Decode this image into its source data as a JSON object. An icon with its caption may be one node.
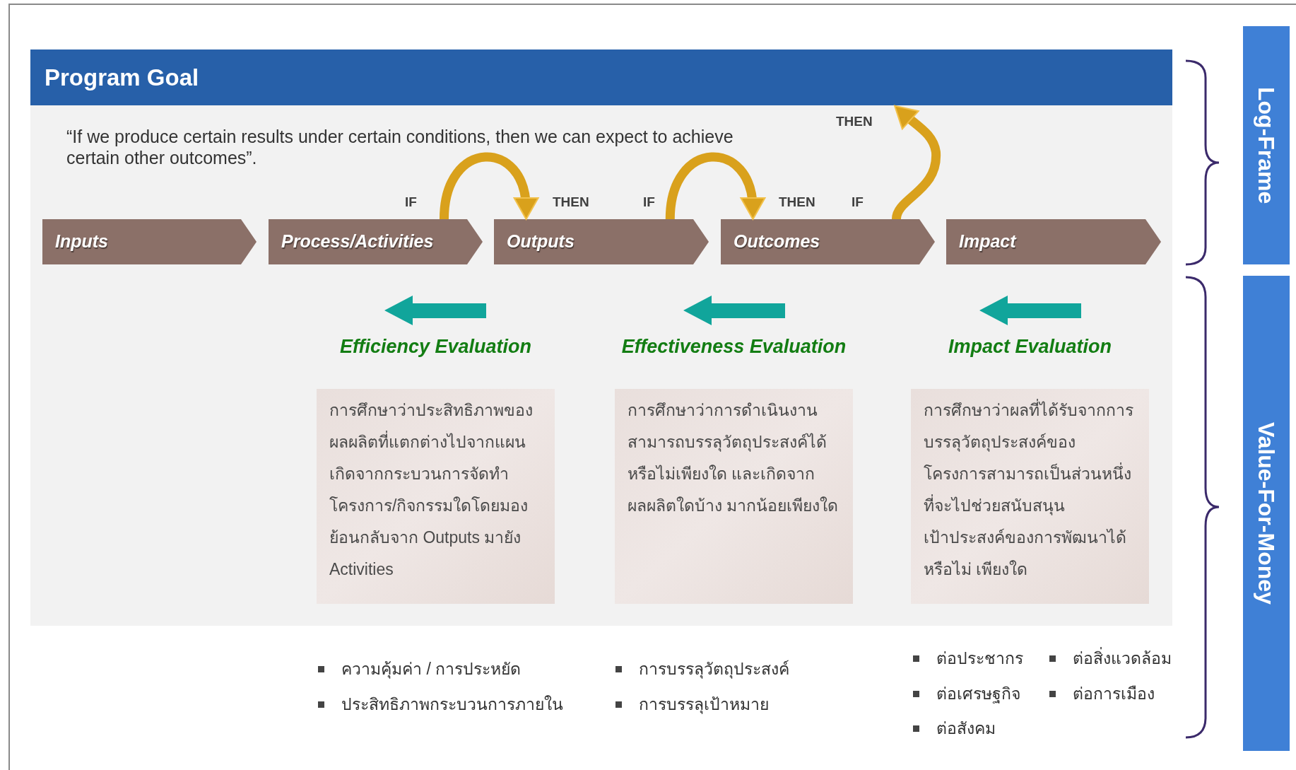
{
  "diagram": {
    "nodes": [
      {
        "text": [
          "Program Goal"
        ]
      },
      {
        "text": [
          "Inputs"
        ]
      },
      {
        "text": [
          "Process/Activities"
        ]
      },
      {
        "text": [
          "Outputs"
        ]
      },
      {
        "text": [
          "Outcomes"
        ]
      },
      {
        "text": [
          "Impact"
        ]
      },
      {
        "text": [
          "Efficiency Evaluation",
          "การศึกษาว่าประสิทธิภาพของผลผลิตที่แตกต่างไปจากแผนเกิดจากกระบวนการจัดทำโครงการ/กิจกรรมใดโดยมองย้อนกลับจาก Outputs มายัง Activities"
        ]
      },
      {
        "text": [
          "Effectiveness Evaluation",
          "การศึกษาว่าการดำเนินงานสามารถบรรลุวัตถุประสงค์ได้หรือไม่เพียงใด และเกิดจากผลผลิตใดบ้าง มากน้อยเพียงใด"
        ]
      },
      {
        "text": [
          "Impact Evaluation",
          "การศึกษาว่าผลที่ได้รับจากการบรรลุวัตถุประสงค์ของโครงการสามารถเป็นส่วนหนึ่งที่จะไปช่วยสนับสนุนเป้าประสงค์ของการพัฒนาได้หรือไม่ เพียงใด"
        ]
      },
      {
        "text": [
          "Log-Frame"
        ]
      },
      {
        "text": [
          "Value-For-Money"
        ]
      }
    ],
    "edges": [
      {
        "from": 2,
        "to": 3,
        "arrow": "to"
      },
      {
        "from": 3,
        "to": 4,
        "arrow": "to"
      },
      {
        "from": 4,
        "to": 0,
        "arrow": "to"
      }
    ],
    "labels": [
      "“If we produce certain results under certain conditions, then we can expect to achieve certain other outcomes”.",
      "THEN",
      "IF",
      "THEN",
      "IF",
      "THEN",
      "IF",
      "ความคุ้มค่า / การประหยัด",
      "การบรรลุวัตถุประสงค์",
      "ต่อประชากร",
      "ต่อสิ่งแวดล้อม",
      "ประสิทธิภาพกระบวนการภายใน",
      "การบรรลุเป้าหมาย",
      "ต่อเศรษฐกิจ",
      "ต่อการเมือง",
      "ต่อสังคม"
    ]
  }
}
